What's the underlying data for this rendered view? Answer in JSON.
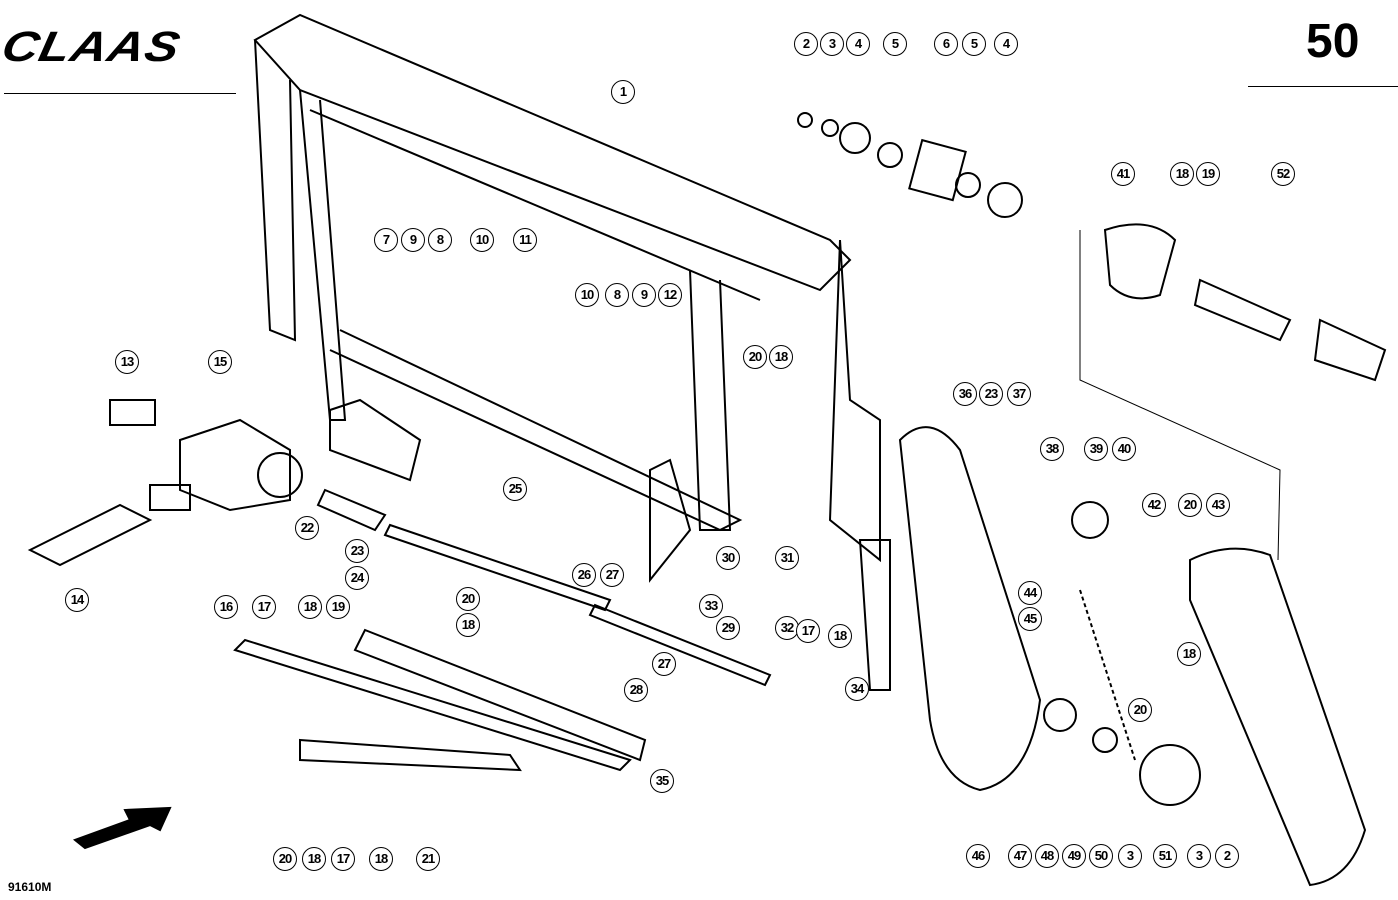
{
  "header": {
    "brand": "CLAAS",
    "page_number": "50"
  },
  "footer": {
    "drawing_id": "91610M"
  },
  "callouts": [
    "2",
    "3",
    "4",
    "5",
    "6",
    "5",
    "4",
    "1",
    "41",
    "18",
    "19",
    "52",
    "7",
    "9",
    "8",
    "10",
    "11",
    "10",
    "8",
    "9",
    "12",
    "20",
    "18",
    "36",
    "23",
    "37",
    "13",
    "15",
    "38",
    "39",
    "40",
    "25",
    "42",
    "20",
    "43",
    "22",
    "30",
    "31",
    "23",
    "24",
    "26",
    "27",
    "14",
    "33",
    "29",
    "32",
    "17",
    "18",
    "34",
    "16",
    "17",
    "18",
    "19",
    "20",
    "18",
    "27",
    "28",
    "44",
    "45",
    "18",
    "20",
    "35",
    "20",
    "18",
    "17",
    "18",
    "21",
    "46",
    "47",
    "48",
    "49",
    "50",
    "3",
    "51",
    "3",
    "2"
  ]
}
